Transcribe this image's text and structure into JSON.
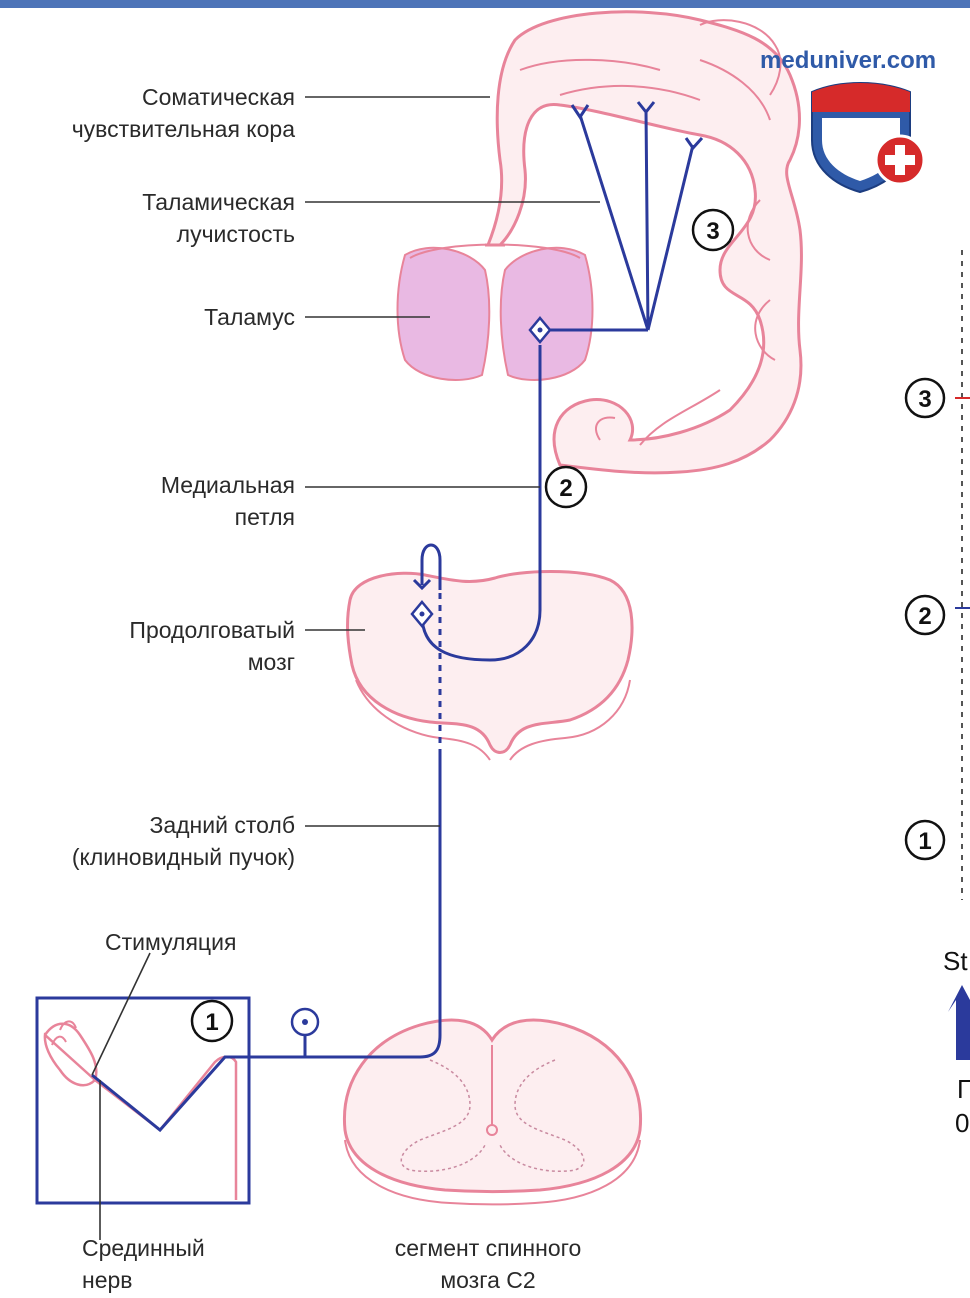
{
  "watermark": {
    "site": "meduniver.com"
  },
  "labels": {
    "somatic_cortex": [
      "Соматическая",
      "чувствительная кора"
    ],
    "thalamic_radiation": [
      "Таламическая",
      "лучистость"
    ],
    "thalamus": "Таламус",
    "medial_lemniscus": [
      "Медиальная",
      "петля"
    ],
    "medulla": [
      "Продолговатый",
      "мозг"
    ],
    "dorsal_column": [
      "Задний столб",
      "(клиновидный пучок)"
    ],
    "stimulation": "Стимуляция",
    "median_nerve": [
      "Срединный",
      "нерв"
    ],
    "spinal_segment": [
      "сегмент спинного",
      "мозга С2"
    ]
  },
  "markers": [
    "1",
    "2",
    "3"
  ],
  "right_panel": {
    "markers": [
      "3",
      "2",
      "1"
    ],
    "partial_text": [
      "St",
      "П",
      "0"
    ]
  },
  "colors": {
    "pathway": "#2b3a9c",
    "tissue_outline": "#e8849a",
    "tissue_fill": "#fdeef0",
    "thalamus_fill": "#e9b9e3",
    "label_line": "#333333",
    "frame": "#2b3a9c",
    "shield_blue": "#2f5aa8",
    "shield_red": "#d62a2a"
  }
}
